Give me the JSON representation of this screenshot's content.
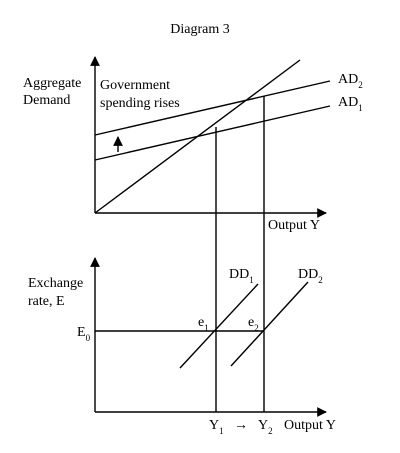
{
  "title": "Diagram 3",
  "top_panel": {
    "y_label_line1": "Aggregate",
    "y_label_line2": "Demand",
    "x_label": "Output  Y",
    "annotation_line1": "Government",
    "annotation_line2": "spending rises",
    "ad2_label": "AD",
    "ad2_sub": "2",
    "ad1_label": "AD",
    "ad1_sub": "1"
  },
  "bottom_panel": {
    "y_label_line1": "Exchange",
    "y_label_line2": "rate, E",
    "x_label": "Output  Y",
    "dd1_label": "DD",
    "dd1_sub": "1",
    "dd2_label": "DD",
    "dd2_sub": "2",
    "e0_label": "E",
    "e0_sub": "0",
    "e1_label": "e",
    "e1_sub": "1",
    "e2_label": "e",
    "e2_sub": "2",
    "y1_label": "Y",
    "y1_sub": "1",
    "y2_label": "Y",
    "y2_sub": "2",
    "arrow_glyph": "→"
  }
}
